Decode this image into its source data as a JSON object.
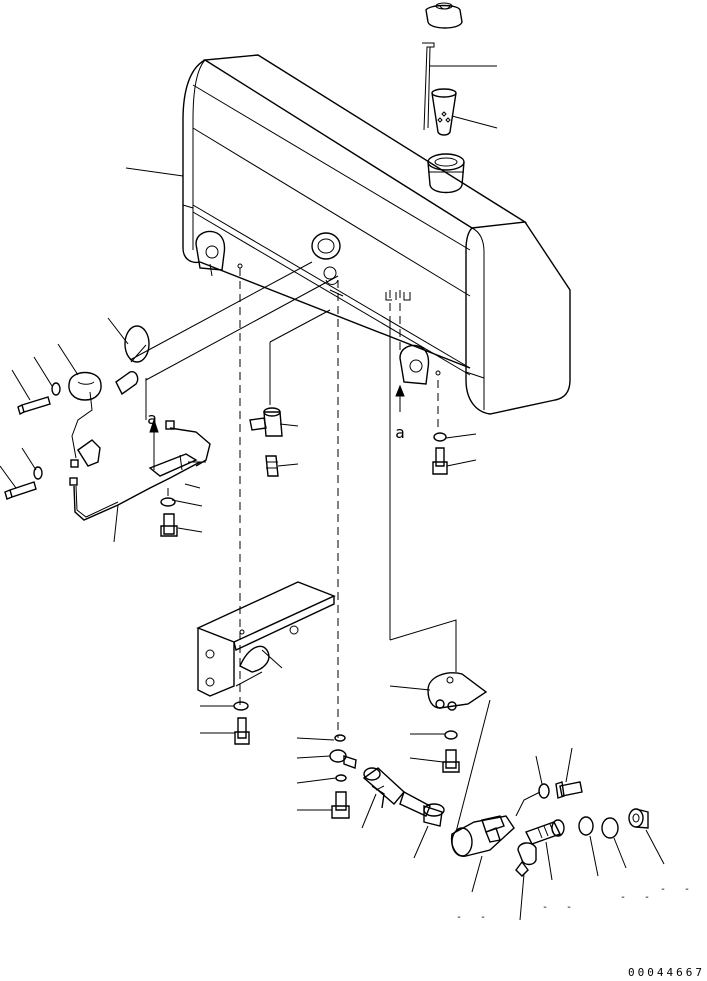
{
  "drawing": {
    "drawing_number": "00044667",
    "view_marker_upper": "a",
    "view_marker_lower": "a",
    "arrow_marker": "a",
    "stub_texts": [
      "-",
      "- -",
      "- -",
      "- -",
      "- -"
    ]
  }
}
